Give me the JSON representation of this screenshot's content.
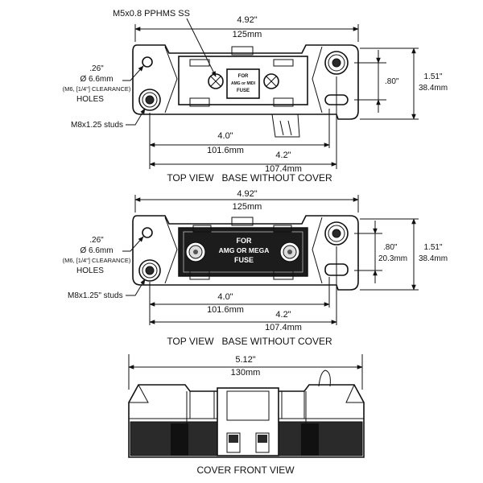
{
  "view1": {
    "screw_label": "M5x0.8 PPHMS SS",
    "width_in": "4.92\"",
    "width_mm": "125mm",
    "hole_in": ".26\"",
    "hole_mm": "Ø 6.6mm",
    "hole_note": "(M6, [1/4\"] CLEARANCE)",
    "hole_word": "HOLES",
    "studs": "M8x1.25 studs",
    "height_small": ".80\"",
    "height_in": "1.51\"",
    "height_mm": "38.4mm",
    "span1_in": "4.0\"",
    "span1_mm": "101.6mm",
    "span2_in": "4.2\"",
    "span2_mm": "107.4mm",
    "fuse_l1": "FOR",
    "fuse_l2": "AMG or MIDI",
    "fuse_l3": "FUSE",
    "caption": "TOP VIEW   BASE WITHOUT COVER"
  },
  "view2": {
    "width_in": "4.92\"",
    "width_mm": "125mm",
    "hole_in": ".26\"",
    "hole_mm": "Ø 6.6mm",
    "hole_note": "(M6, [1/4\"] CLEARANCE)",
    "hole_word": "HOLES",
    "studs": "M8x1.25\" studs",
    "height_small": ".80\"",
    "height_small_mm": "20.3mm",
    "height_in": "1.51\"",
    "height_mm": "38.4mm",
    "span1_in": "4.0\"",
    "span1_mm": "101.6mm",
    "span2_in": "4.2\"",
    "span2_mm": "107.4mm",
    "fuse_l1": "FOR",
    "fuse_l2": "AMG OR MEGA",
    "fuse_l3": "FUSE",
    "caption": "TOP VIEW   BASE WITHOUT COVER"
  },
  "view3": {
    "width_in": "5.12\"",
    "width_mm": "130mm",
    "caption": "COVER FRONT VIEW"
  }
}
